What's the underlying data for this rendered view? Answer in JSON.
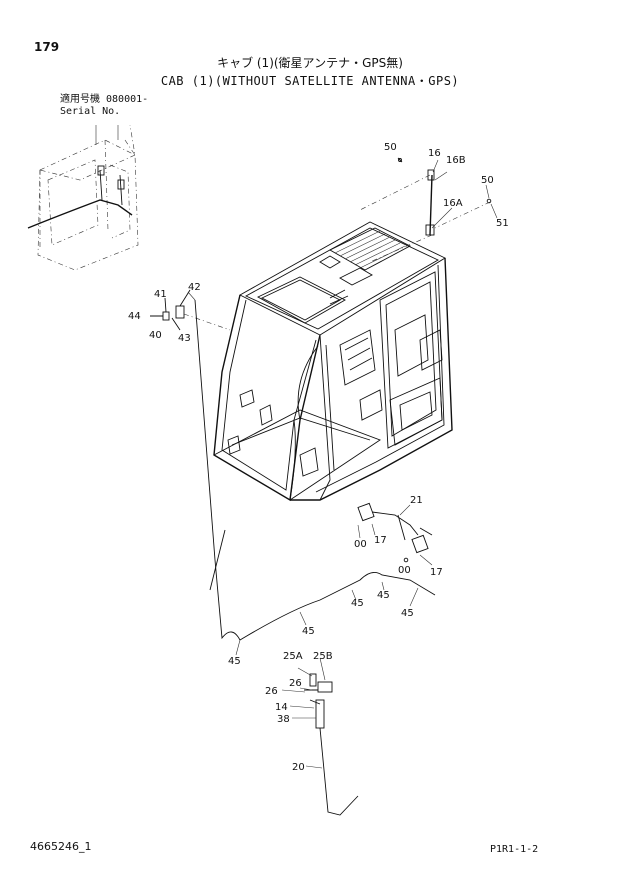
{
  "header": {
    "page_number": "179",
    "title_jp": "キャブ (1)(衛星アンテナ・GPS無)",
    "title_en": "CAB (1)(WITHOUT SATELLITE ANTENNA・GPS)",
    "serial_label_jp": "適用号機 080001-",
    "serial_label_en": "Serial No."
  },
  "footer": {
    "document_number": "4665246_1",
    "sheet_code": "P1R1-1-2"
  },
  "callouts": {
    "c50a": "50",
    "c16": "16",
    "c16b": "16B",
    "c50b": "50",
    "c16a": "16A",
    "c51": "51",
    "c42": "42",
    "c41": "41",
    "c44": "44",
    "c40": "40",
    "c43": "43",
    "c21": "21",
    "c00a": "00",
    "c17a": "17",
    "c00b": "00",
    "c17b": "17",
    "c45a": "45",
    "c45b": "45",
    "c45c": "45",
    "c45d": "45",
    "c45e": "45",
    "c25a": "25A",
    "c25b": "25B",
    "c26a": "26",
    "c26b": "26",
    "c14": "14",
    "c38": "38",
    "c20": "20"
  }
}
